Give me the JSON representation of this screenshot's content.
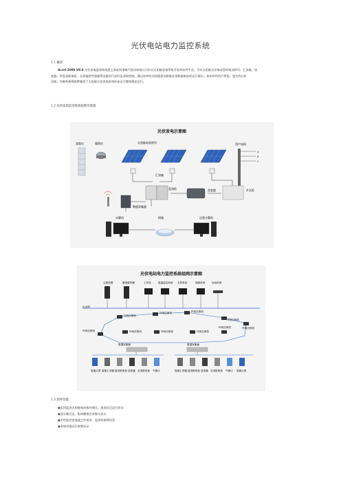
{
  "doc": {
    "title": "光伏电站电力监控系统",
    "s1_heading": "1.1   概述",
    "s1_brand": "Acrel-2000 V8.0",
    "s1_text1": " 光伏发电监测系统是上海安科瑞电气股份有限公司针对太阳能发电系统开发的软件平台，可对太阳能光伏电站里的电池阵列、汇流箱、逆",
    "s1_text2": "变器、交直流配电柜、太阳辐射传感器等设备进行实时监测和控制。通过各种形式的图表及数据实现数据电站的运行情况，其实时的用户界面，强大的分析",
    "s1_text3": "功能，完善的故障报警确保了太阳能光伏发电系统的安全可靠和稳定运行。",
    "s2_heading": "1.2   光伏发电监测系统组网示意图",
    "s3_heading": "1.3   软件功能",
    "bullets": [
      "●实时监测太阳能电池板的电压、电流及日运行状况",
      "●显示最近运、影响最根总采集与显示",
      "●实时监控逆变器工作状态、监测其故障信息",
      "●系统详细运行参数显示"
    ]
  },
  "fig1": {
    "title": "光伏发电示意图",
    "labels": {
      "weather": "温度仪",
      "radiation": "辐照仪",
      "panels": "太阳能电池阵列",
      "grid": "用户电网",
      "combiner": "汇流箱",
      "dc_cab": "直流柜",
      "inverter": "逆变器",
      "ac_cab": "升压柜",
      "collector": "数据采集器",
      "computer": "计算机",
      "network": "网络",
      "remote": "远程计算机",
      "phase_a": "A",
      "phase_b": "B",
      "phase_c": "C"
    }
  },
  "fig2": {
    "title": "光伏电站电力监控系统组网示意图",
    "top_labels": [
      "主服务器",
      "备用服务器",
      "工作站",
      "能量监控系统",
      "五防系统",
      "视频系统",
      "远动系统"
    ],
    "ethernet": "以太网",
    "switches": [
      "环网交换机",
      "环网交换机",
      "环网交换机",
      "环网交换机",
      "环网交换机",
      "环网交换机",
      "环网交换机",
      "环网交换机",
      "环网交换机",
      "环网交换机"
    ],
    "collectors": [
      "数据采集器",
      "数据采集器"
    ],
    "bottom_labels_left": [
      "智能仪表",
      "智能汇流箱",
      "直流配电柜",
      "逆变器",
      "交流配电柜",
      "气象仪"
    ],
    "bottom_labels_right": [
      "智能汇流箱",
      "直流配电柜",
      "逆变器",
      "交流配电柜",
      "气象仪",
      "智能仪表"
    ]
  }
}
